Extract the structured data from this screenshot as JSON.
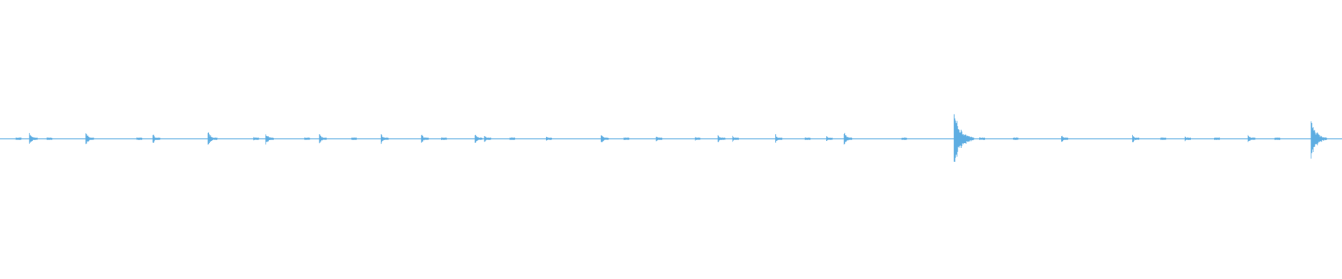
{
  "waveform": {
    "color": "#5dade2",
    "background": "#ffffff",
    "duration_fraction_positions_note": "",
    "transients": [
      {
        "t": 0.022,
        "amp": 0.05
      },
      {
        "t": 0.064,
        "amp": 0.05
      },
      {
        "t": 0.114,
        "amp": 0.035
      },
      {
        "t": 0.155,
        "amp": 0.06
      },
      {
        "t": 0.198,
        "amp": 0.05
      },
      {
        "t": 0.238,
        "amp": 0.04
      },
      {
        "t": 0.284,
        "amp": 0.04
      },
      {
        "t": 0.314,
        "amp": 0.035
      },
      {
        "t": 0.354,
        "amp": 0.04
      },
      {
        "t": 0.361,
        "amp": 0.03
      },
      {
        "t": 0.407,
        "amp": 0.02
      },
      {
        "t": 0.448,
        "amp": 0.04
      },
      {
        "t": 0.489,
        "amp": 0.025
      },
      {
        "t": 0.535,
        "amp": 0.035
      },
      {
        "t": 0.546,
        "amp": 0.025
      },
      {
        "t": 0.578,
        "amp": 0.03
      },
      {
        "t": 0.616,
        "amp": 0.02
      },
      {
        "t": 0.629,
        "amp": 0.05
      },
      {
        "t": 0.711,
        "amp": 0.19
      },
      {
        "t": 0.791,
        "amp": 0.03
      },
      {
        "t": 0.844,
        "amp": 0.03
      },
      {
        "t": 0.883,
        "amp": 0.025
      },
      {
        "t": 0.93,
        "amp": 0.035
      },
      {
        "t": 0.977,
        "amp": 0.14
      },
      {
        "t": 0.012,
        "amp": 0.01
      },
      {
        "t": 0.035,
        "amp": 0.01
      },
      {
        "t": 0.102,
        "amp": 0.01
      },
      {
        "t": 0.189,
        "amp": 0.015
      },
      {
        "t": 0.227,
        "amp": 0.012
      },
      {
        "t": 0.262,
        "amp": 0.012
      },
      {
        "t": 0.329,
        "amp": 0.01
      },
      {
        "t": 0.38,
        "amp": 0.01
      },
      {
        "t": 0.465,
        "amp": 0.01
      },
      {
        "t": 0.518,
        "amp": 0.012
      },
      {
        "t": 0.6,
        "amp": 0.01
      },
      {
        "t": 0.672,
        "amp": 0.01
      },
      {
        "t": 0.73,
        "amp": 0.01
      },
      {
        "t": 0.755,
        "amp": 0.01
      },
      {
        "t": 0.865,
        "amp": 0.01
      },
      {
        "t": 0.905,
        "amp": 0.01
      },
      {
        "t": 0.95,
        "amp": 0.01
      }
    ]
  }
}
